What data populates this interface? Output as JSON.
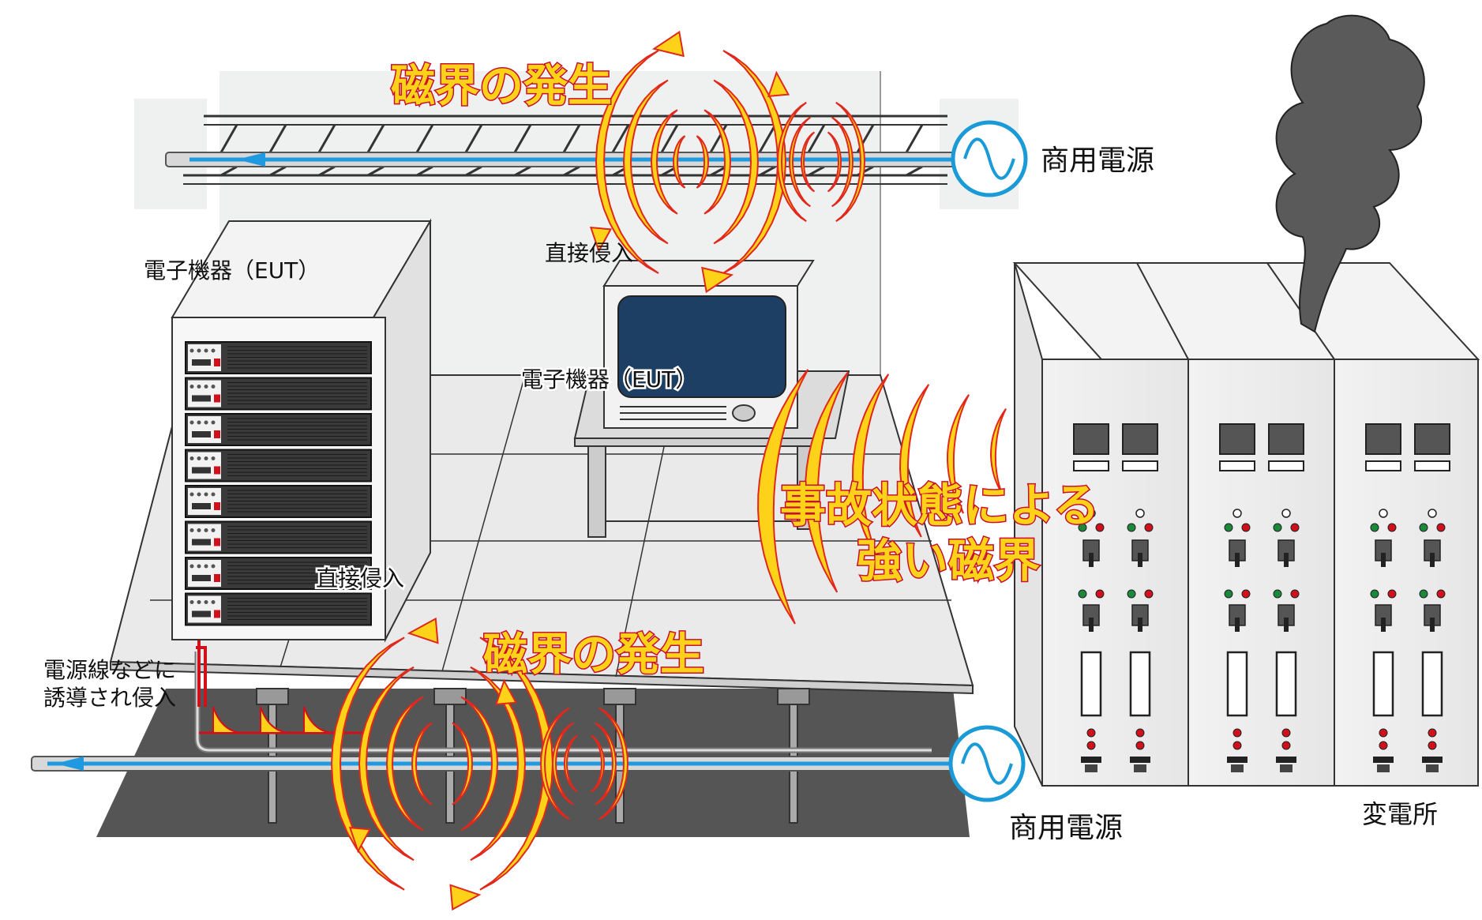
{
  "labels": {
    "mag_gen_top": "磁界の発生",
    "mag_gen_bottom": "磁界の発生",
    "fault_line1": "事故状態による",
    "fault_line2": "強い磁界",
    "power_top": "商用電源",
    "power_bottom": "商用電源",
    "substation": "変電所",
    "eut_server": "電子機器（EUT）",
    "eut_monitor": "電子機器（EUT）",
    "direct_top": "直接侵入",
    "direct_mid": "直接侵入",
    "induced_line1": "電源線などに",
    "induced_line2": "誘導され侵入"
  },
  "icons": {
    "ac_source": "ac-sine-icon",
    "current_arrow": "left-arrow-icon",
    "smoke": "smoke-cloud-icon"
  },
  "colors": {
    "field_fill": "#ffd21a",
    "field_stroke": "#e0281c",
    "text_stroke": "#c8102e",
    "cable_blue": "#1f9ae0",
    "ac_blue": "#1a9ad6",
    "induced_red": "#d0101a",
    "smoke_gray": "#5a5a5a",
    "floor_dark": "#555555",
    "screen_navy": "#1c3f63"
  }
}
